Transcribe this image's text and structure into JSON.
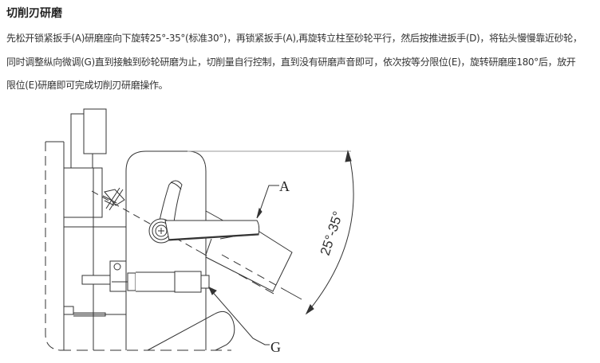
{
  "article": {
    "title": "切削刃研磨",
    "paragraph_lines": [
      "先松开锁紧扳手(A)研磨座向下旋转25°-35°(标准30°)，再锁紧扳手(A),再旋转立柱至砂轮平行，然后按推进扳手(D)，将钻头慢慢靠近砂轮，",
      "同时调整纵向微调(G)直到接触到砂轮研磨为止，切削量自行控制，直到没有研磨声音即可，依次按等分限位(E)，旋转研磨座180°后，放开",
      "限位(E)研磨即可完成切削刃研磨操作。"
    ]
  },
  "figure": {
    "label_a": "A",
    "label_g": "G",
    "angle_annotation": "25°-35°",
    "line_color": "#333333"
  }
}
